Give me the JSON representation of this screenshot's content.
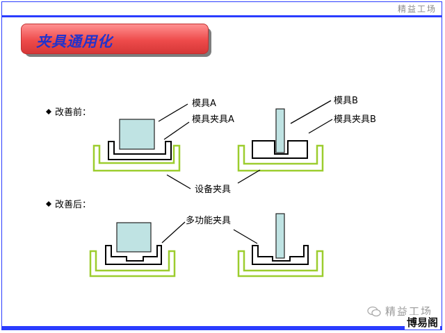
{
  "header": {
    "brand": "精益工场"
  },
  "title": "夹具通用化",
  "sections": {
    "before": "改善前：",
    "after": "改善后："
  },
  "labels": {
    "mold_a": "模具A",
    "fixture_a": "模具夹具A",
    "mold_b": "模具B",
    "fixture_b": "模具夹具B",
    "equipment_fixture": "设备夹具",
    "multi_fixture": "多功能夹具"
  },
  "watermark": {
    "text": "精益工场",
    "icon": "wechat-icon"
  },
  "stamp": "博易阁",
  "colors": {
    "accent_blue": "#2a3cff",
    "title_red": "#ee4b4b",
    "title_text": "#2233cc",
    "fixture_green": "#9ccd2e",
    "mold_fill": "#bfe3e3"
  }
}
